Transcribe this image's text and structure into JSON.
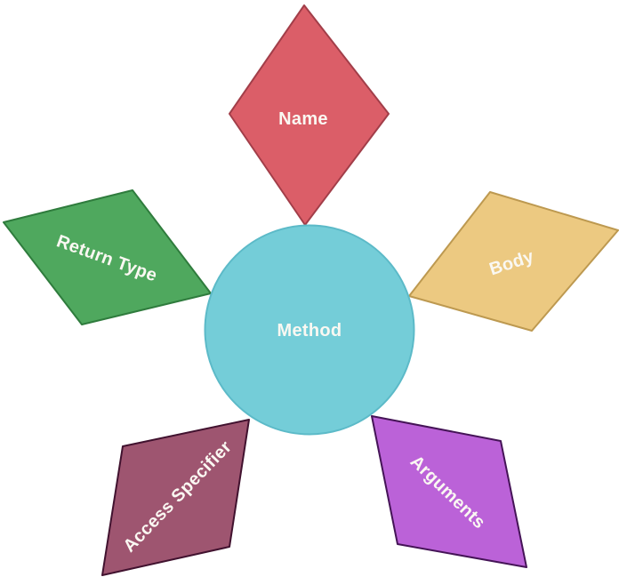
{
  "diagram": {
    "background": "#ffffff",
    "text_color": "#FAF8F2",
    "center": {
      "id": "method",
      "label": "Method",
      "shape": "circle",
      "fill": "#74CDD8",
      "stroke": "#5CBAC8"
    },
    "nodes": [
      {
        "id": "name",
        "label": "Name",
        "shape": "diamond",
        "position": "top",
        "fill": "#DB5E68",
        "stroke": "#A23E49"
      },
      {
        "id": "return-type",
        "label": "Return Type",
        "shape": "diamond",
        "position": "upper-left",
        "fill": "#4FA85E",
        "stroke": "#2F7C3D"
      },
      {
        "id": "body",
        "label": "Body",
        "shape": "diamond",
        "position": "upper-right",
        "fill": "#ECC981",
        "stroke": "#BD9950"
      },
      {
        "id": "access-specifier",
        "label": "Access Specifier",
        "shape": "diamond",
        "position": "lower-left",
        "fill": "#9E5570",
        "stroke": "#41122F"
      },
      {
        "id": "arguments",
        "label": "Arguments",
        "shape": "diamond",
        "position": "lower-right",
        "fill": "#BB62D8",
        "stroke": "#451457"
      }
    ]
  }
}
